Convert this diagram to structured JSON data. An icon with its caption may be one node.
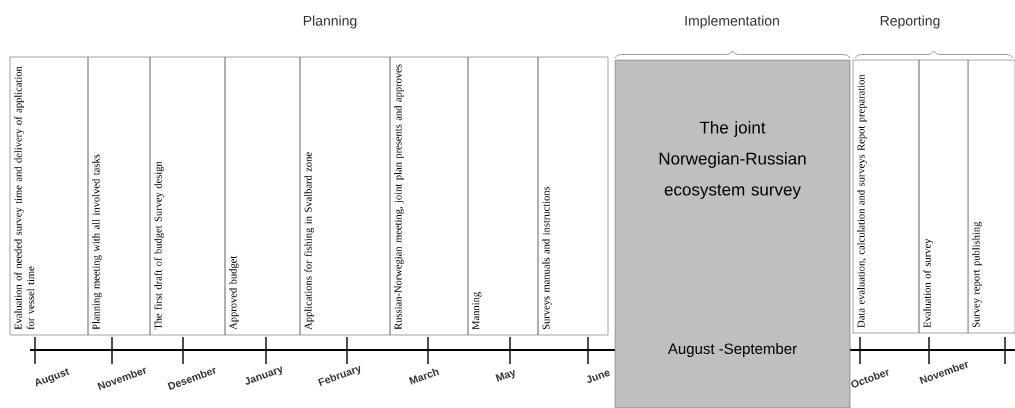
{
  "diagram": {
    "nodes": [
      {
        "text": [
          "Evaluation of needed survey time and delivery of application for vessel time"
        ]
      },
      {
        "text": [
          "Planning meeting with all involved tasks"
        ]
      },
      {
        "text": [
          "The first draft of budget Survey design"
        ]
      },
      {
        "text": [
          "Approved budget"
        ]
      },
      {
        "text": [
          "Applications for fishing in Svalbard zone"
        ]
      },
      {
        "text": [
          "Russian-Norwegian meeting, joint plan presents and approves"
        ]
      },
      {
        "text": [
          "Manning"
        ]
      },
      {
        "text": [
          "Surveys manuals and instructions"
        ]
      },
      {
        "text": [
          "The joint Norwegian-Russian ecosystem survey",
          "August -September"
        ]
      },
      {
        "text": [
          "Data evaluation, calculation and surveys Repot preparation"
        ]
      },
      {
        "text": [
          "Evaluation of survey"
        ]
      },
      {
        "text": [
          "Survey report publishing"
        ]
      }
    ],
    "labels": [
      "Planning",
      "Implementation",
      "Reporting",
      "August",
      "November",
      "Desember",
      "January",
      "February",
      "March",
      "May",
      "June",
      "October",
      "November"
    ]
  }
}
